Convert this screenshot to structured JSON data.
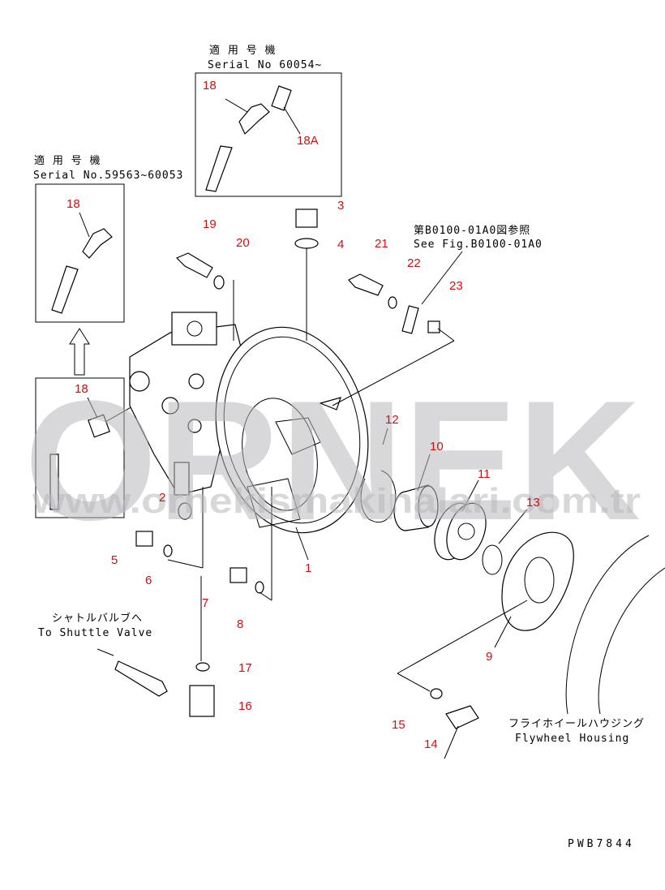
{
  "notes": {
    "top_jp": "適 用 号 機",
    "top_serial": "Serial No 60054~",
    "left_jp": "適 用 号 機",
    "left_serial": "Serial No.59563~60053",
    "ref_jp": "第B0100-01A0図参照",
    "ref_en": "See Fig.B0100-01A0",
    "shuttle_jp": "シャトルバルブへ",
    "shuttle_en": "To Shuttle Valve",
    "flywheel_jp": "フライホイールハウジング",
    "flywheel_en": "Flywheel Housing",
    "drawing_no": "PWB7844"
  },
  "callouts": {
    "c18_top": "18",
    "c18a": "18A",
    "c3": "3",
    "c4": "4",
    "c19": "19",
    "c20": "20",
    "c21": "21",
    "c22": "22",
    "c23": "23",
    "c18_left": "18",
    "c18_lower": "18",
    "c12": "12",
    "c10": "10",
    "c11": "11",
    "c13": "13",
    "c2": "2",
    "c5": "5",
    "c6": "6",
    "c7": "7",
    "c8": "8",
    "c1": "1",
    "c9": "9",
    "c17": "17",
    "c16": "16",
    "c15": "15",
    "c14": "14"
  },
  "watermark": {
    "brand": "ORNEK",
    "url": "www.ornekismakinalari.com.tr"
  },
  "colors": {
    "callout": "#d01010",
    "watermark": "#b9b9bd"
  }
}
